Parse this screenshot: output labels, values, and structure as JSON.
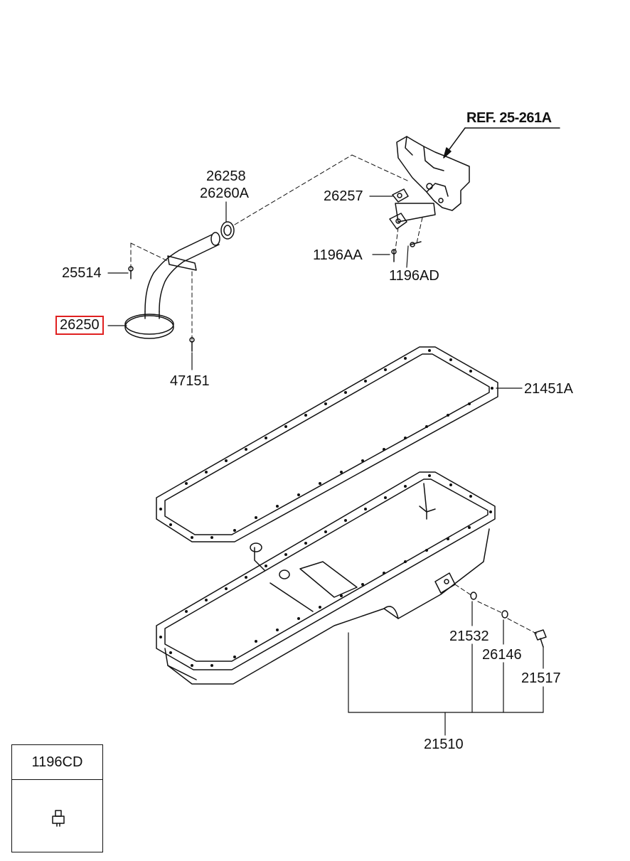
{
  "diagram": {
    "reference": "REF. 25-261A",
    "highlight_color": "#e02020",
    "part_labels": {
      "p26258": "26258",
      "p26260A": "26260A",
      "p26257": "26257",
      "p1196AA": "1196AA",
      "p1196AD": "1196AD",
      "p25514": "25514",
      "p26250": "26250",
      "p47151": "47151",
      "p21451A": "21451A",
      "p21532": "21532",
      "p26146": "26146",
      "p21517": "21517",
      "p21510": "21510"
    },
    "highlighted_part": "26250",
    "legend": {
      "code": "1196CD",
      "icon": "bolt-icon"
    }
  }
}
